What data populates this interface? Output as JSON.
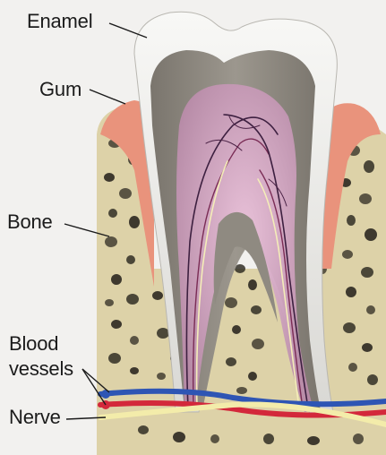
{
  "labels": {
    "enamel": "Enamel",
    "gum": "Gum",
    "bone": "Bone",
    "blood_vessels": "Blood\nvessels",
    "nerve": "Nerve"
  },
  "colors": {
    "background": "#f2f1ef",
    "enamel": "#ececea",
    "dentin": "#8b867d",
    "pulp": "#d9a9c4",
    "gum": "#e9937c",
    "bone": "#ddd2a8",
    "bone_pores": "#2e2a22",
    "artery": "#d3283b",
    "vein": "#2e55b4",
    "nerve": "#f3ecaa"
  }
}
